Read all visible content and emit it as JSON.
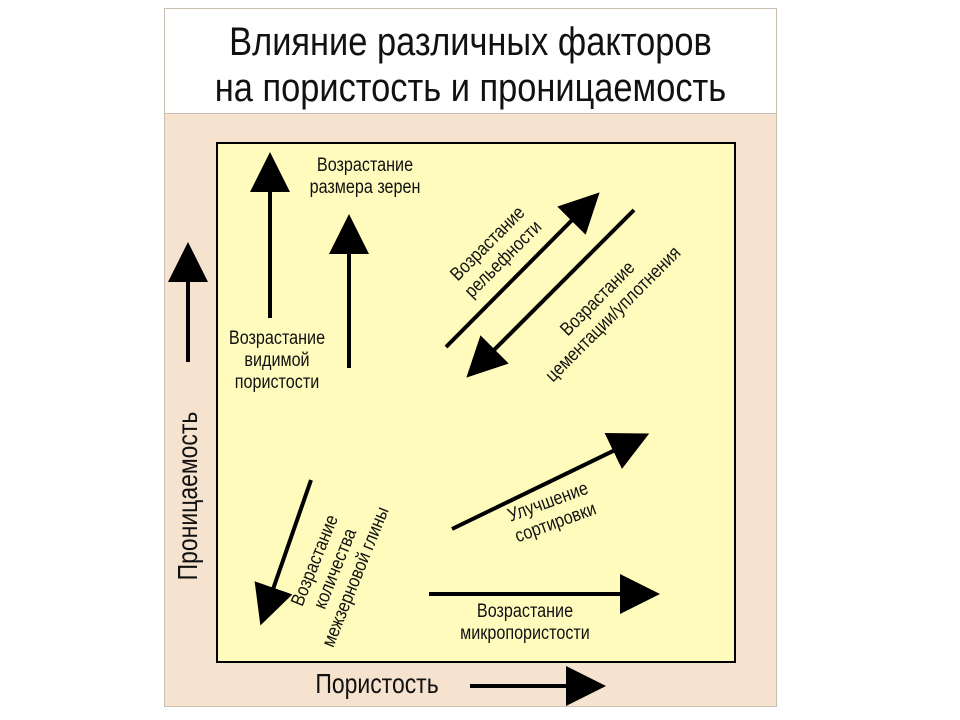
{
  "title": {
    "line1": "Влияние различных факторов",
    "line2": "на пористость и проницаемость"
  },
  "axes": {
    "x_label": "Пористость",
    "y_label": "Проницаемость"
  },
  "factors": {
    "grain_size": {
      "line1": "Возрастание",
      "line2": "размера зерен"
    },
    "visible_porosity": {
      "line1": "Возрастание",
      "line2": "видимой",
      "line3": "пористости"
    },
    "relief": {
      "line1": "Возрастание",
      "line2": "рельефности"
    },
    "cementation": {
      "line1": "Возрастание",
      "line2": "цементации/уплотнения"
    },
    "clay": {
      "line1": "Возрастание",
      "line2": "количества",
      "line3": "межзерновой глины"
    },
    "sorting": {
      "line1": "Улучшение",
      "line2": "сортировки"
    },
    "microporosity": {
      "line1": "Возрастание",
      "line2": "микропористости"
    }
  },
  "colors": {
    "plot_fill": "#fffbbd",
    "slide_fill": "#f6e3cf",
    "arrow": "#000000"
  }
}
